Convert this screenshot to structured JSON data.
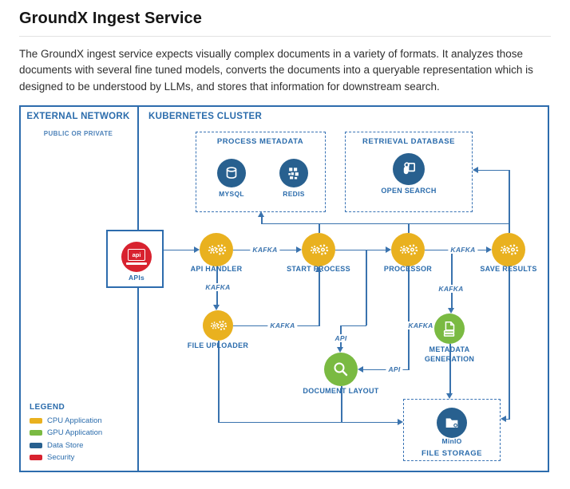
{
  "page": {
    "title": "GroundX Ingest Service",
    "description": "The GroundX ingest service expects visually complex documents in a variety of formats. It analyzes those documents with several fine tuned models, converts the documents into a queryable representation which is designed to be understood by LLMs, and stores that information for downstream search."
  },
  "diagram": {
    "zones": {
      "external": {
        "title": "EXTERNAL NETWORK",
        "subtitle": "PUBLIC OR PRIVATE"
      },
      "cluster": {
        "title": "KUBERNETES CLUSTER"
      }
    },
    "groups": {
      "process_metadata": {
        "title": "PROCESS METADATA"
      },
      "retrieval_database": {
        "title": "RETRIEVAL DATABASE"
      },
      "file_storage": {
        "title": "FILE STORAGE"
      }
    },
    "nodes": {
      "apis": {
        "label": "APIs",
        "icon_text": "api"
      },
      "api_handler": {
        "label": "API HANDLER"
      },
      "start_process": {
        "label": "START PROCESS"
      },
      "processor": {
        "label": "PROCESSOR"
      },
      "save_results": {
        "label": "SAVE RESULTS"
      },
      "file_uploader": {
        "label": "FILE UPLOADER"
      },
      "document_layout": {
        "label": "DOCUMENT LAYOUT"
      },
      "metadata_generation": {
        "label_line1": "METADATA",
        "label_line2": "GENERATION"
      },
      "mysql": {
        "label": "MYSQL"
      },
      "redis": {
        "label": "REDIS"
      },
      "open_search": {
        "label": "OPEN SEARCH"
      },
      "minio": {
        "label": "MinIO"
      }
    },
    "edge_labels": {
      "kafka_handler_to_start": "KAFKA",
      "kafka_processor_to_save": "KAFKA",
      "kafka_handler_to_uploader": "KAFKA",
      "kafka_uploader_to_start": "KAFKA",
      "kafka_edge_to_metadata": "KAFKA",
      "kafka_processor_to_metadata": "KAFKA",
      "api_start_edge_to_layout": "API",
      "api_processor_to_layout": "API"
    },
    "legend": {
      "title": "LEGEND",
      "items": [
        {
          "label": "CPU Application",
          "color": "#e9b11f"
        },
        {
          "label": "GPU Application",
          "color": "#7aba42"
        },
        {
          "label": "Data Store",
          "color": "#28608f"
        },
        {
          "label": "Security",
          "color": "#d8222f"
        }
      ]
    },
    "colors": {
      "line_blue": "#3a73ae",
      "label_blue": "#2b6cac",
      "border_blue": "#2d6cad",
      "cpu_yellow": "#e9b11f",
      "gpu_green": "#7aba42",
      "data_store_blue": "#28608f",
      "security_red": "#d8222f"
    }
  }
}
